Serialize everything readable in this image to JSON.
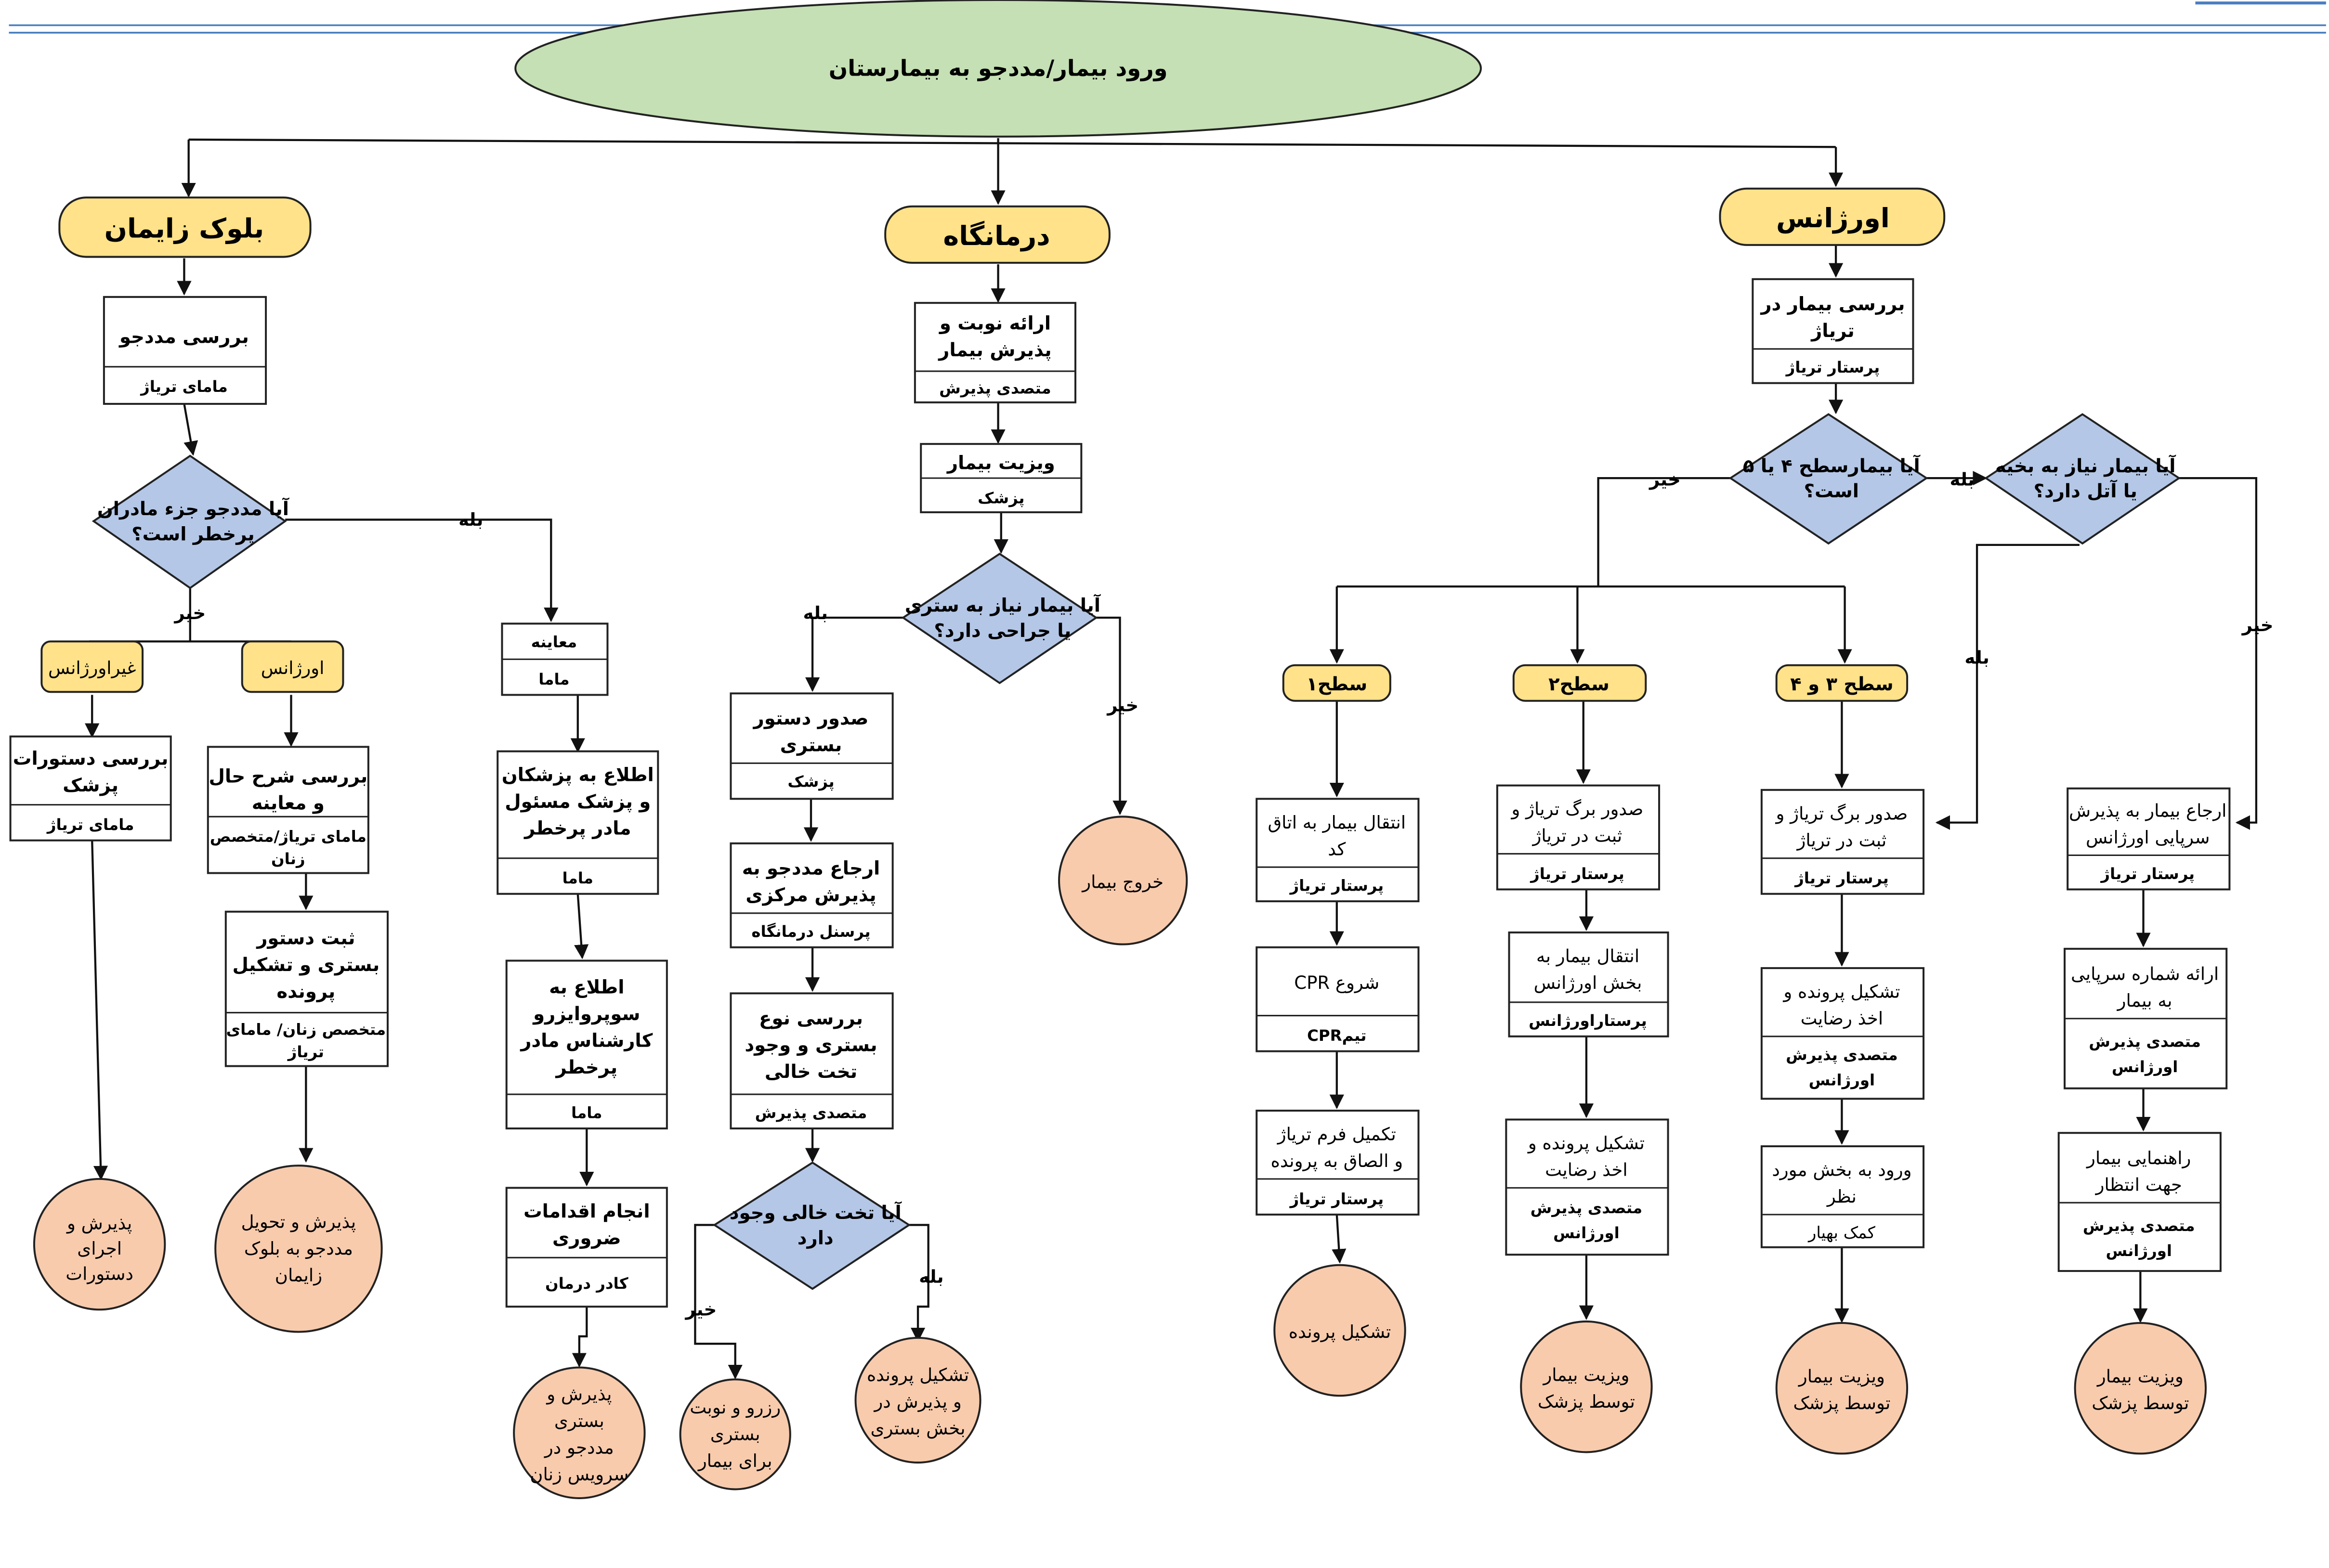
{
  "start": "ورود بیمار/مددجو به بیمارستان",
  "branches": {
    "maternity": "بلوک زایمان",
    "clinic": "درمانگاه",
    "emergency": "اورژانس"
  },
  "labels": {
    "yes": "بله",
    "no": "خیر"
  },
  "maternity": {
    "review": {
      "title": "بررسی مددجو",
      "role": "مامای تریاژ"
    },
    "decision": [
      "آیا مددجو جزء مادران",
      "پرخطر  است؟"
    ],
    "cat_non_emergency": "غیراورژانس",
    "cat_emergency": "اورژانس",
    "doctor_orders": {
      "title": [
        "بررسی دستورات",
        "پزشک"
      ],
      "role": "مامای تریاژ"
    },
    "history": {
      "title": [
        "بررسی شرح حال",
        "و معاینه"
      ],
      "role": [
        "مامای تریاژ/متخصص",
        "زنان"
      ]
    },
    "admit_order": {
      "title": [
        "ثبت دستور",
        "بستری و تشکیل",
        "پرونده"
      ],
      "role": [
        "متخصص زنان/ مامای",
        "تریاژ"
      ]
    },
    "exam": {
      "title": "معاینه",
      "role": "ماما"
    },
    "notify_doctors": {
      "title": [
        "اطلاع به پزشکان",
        "و پزشک مسئول",
        "مادر پرخطر"
      ],
      "role": "ماما"
    },
    "notify_supervisor": {
      "title": [
        "اطلاع به",
        "سوپروایزرو",
        "کارشناس مادر",
        "پرخطر"
      ],
      "role": "ماما"
    },
    "emergency_actions": {
      "title": [
        "انجام اقدامات",
        "ضروری"
      ],
      "role": "کادر درمان"
    },
    "end_orders": [
      "پذیرش و",
      "اجرای",
      "دستورات"
    ],
    "end_delivery": [
      "پذیرش و تحویل",
      "مددجو به بلوک",
      "زایمان"
    ],
    "end_gyn": [
      "پذیرش و",
      "بستری",
      "مددجو در",
      "سرویس زنان"
    ]
  },
  "clinic": {
    "turn": {
      "title": [
        "ارائه نوبت و",
        "پذیرش بیمار"
      ],
      "role": "متصدی پذیرش"
    },
    "visit": {
      "title": "ویزیت بیمار",
      "role": "پزشک"
    },
    "decision": [
      "آیا بیمار نیاز به ستری",
      "یا جراحی دارد؟"
    ],
    "exit": "خروج بیمار",
    "admit_order": {
      "title": [
        "صدور دستور",
        "بستری"
      ],
      "role": "پزشک"
    },
    "refer": {
      "title": [
        "ارجاع مددجو به",
        "پذیرش مرکزی"
      ],
      "role": "پرسنل درمانگاه"
    },
    "bed_check": {
      "title": [
        "بررسی نوع",
        "بستری و وجود",
        "تخت خالی"
      ],
      "role": "متصدی پذیرش"
    },
    "bed_decision": [
      "آیا تخت خالی وجود",
      "دارد"
    ],
    "end_reserve": [
      "رزرو و نوبت",
      "بستری",
      "برای بیمار"
    ],
    "end_admit": [
      "تشکیل پرونده",
      "و پذیرش در",
      "بخش بستری"
    ]
  },
  "emergency": {
    "triage": {
      "title": [
        "بررسی بیمار در",
        "تریاژ"
      ],
      "role": "پرستار تریاژ"
    },
    "level_decision": [
      "آیا بیمارسطح ۴ یا ۵",
      "است؟"
    ],
    "resus_decision": [
      "آیا بیمار نیاز به بخیه",
      "یا آتل دارد؟"
    ],
    "level1": "سطح۱",
    "level2": "سطح۲",
    "level34": "سطح ۳ و ۴",
    "l1_transfer": {
      "title": [
        "انتقال بیمار به اتاق",
        "کد"
      ],
      "role": "پرستار تریاژ"
    },
    "l1_cpr": {
      "title": "شروع CPR",
      "role": "تیمCPR"
    },
    "l1_form": {
      "title": [
        "تکمیل فرم تریاژ",
        "و الصاق به پرونده"
      ],
      "role": "پرستار تریاژ"
    },
    "l1_end": "تشکیل پرونده",
    "l2_sheet": {
      "title": [
        "صدور برگ تریاژ و",
        "ثبت در تریاژ"
      ],
      "role": "پرستار تریاژ"
    },
    "l2_transfer": {
      "title": [
        "انتقال بیمار به",
        "بخش اورژانس"
      ],
      "role": "پرستاراورژانس"
    },
    "l2_file": {
      "title": [
        "تشکیل پرونده و",
        "اخذ رضایت"
      ],
      "role": [
        "متصدی پذیرش",
        "اورژانس"
      ]
    },
    "l2_end": [
      "ویزیت بیمار",
      "توسط پزشک"
    ],
    "l34_sheet": {
      "title": [
        "صدور برگ تریاژ و",
        "ثبت در تریاژ"
      ],
      "role": "پرستار تریاژ"
    },
    "l34_file": {
      "title": [
        "تشکیل پرونده و",
        "اخذ رضایت"
      ],
      "role": [
        "متصدی پذیرش",
        "اورژانس"
      ]
    },
    "l34_enter": {
      "title": [
        "ورود به بخش مورد",
        "نظر"
      ],
      "role": "کمک بهیار"
    },
    "l34_end": [
      "ویزیت بیمار",
      "توسط پزشک"
    ],
    "op_refer": {
      "title": [
        "ارجاع بیمار به پذیرش",
        "سرپایی اورژانس"
      ],
      "role": "پرستار تریاژ"
    },
    "op_number": {
      "title": [
        "ارائه شماره سرپایی",
        "به بیمار"
      ],
      "role": [
        "متصدی پذیرش",
        "اورژانس"
      ]
    },
    "op_guide": {
      "title": [
        "راهنمایی بیمار",
        "جهت انتظار"
      ],
      "role": [
        "متصدی پذیرش",
        "اورژانس"
      ]
    },
    "op_end": [
      "ویزیت بیمار",
      "توسط پزشک"
    ]
  }
}
